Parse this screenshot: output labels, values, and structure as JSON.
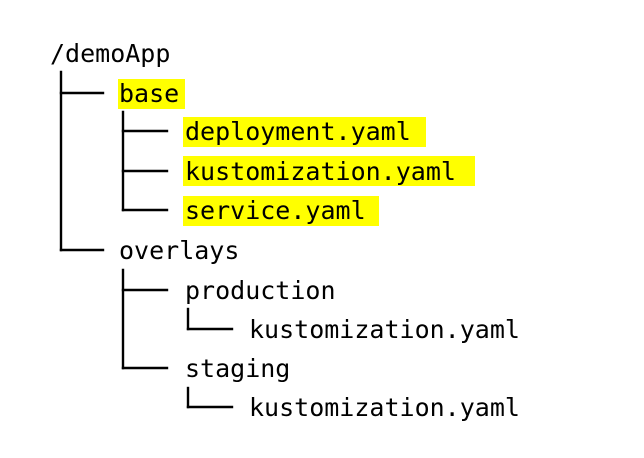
{
  "tree": {
    "root": {
      "label": "/demoApp"
    },
    "highlight_color": "#ffff00",
    "line_color": "#000000",
    "text_color": "#000000",
    "nodes": [
      {
        "id": "base",
        "label": "base",
        "highlighted": true
      },
      {
        "id": "base-deployment",
        "label": "deployment.yaml",
        "highlighted": true
      },
      {
        "id": "base-kustomization",
        "label": "kustomization.yaml",
        "highlighted": true
      },
      {
        "id": "base-service",
        "label": "service.yaml",
        "highlighted": true
      },
      {
        "id": "overlays",
        "label": "overlays",
        "highlighted": false
      },
      {
        "id": "production",
        "label": "production",
        "highlighted": false
      },
      {
        "id": "production-kustomization",
        "label": "kustomization.yaml",
        "highlighted": false
      },
      {
        "id": "staging",
        "label": "staging",
        "highlighted": false
      },
      {
        "id": "staging-kustomization",
        "label": "kustomization.yaml",
        "highlighted": false
      }
    ]
  }
}
